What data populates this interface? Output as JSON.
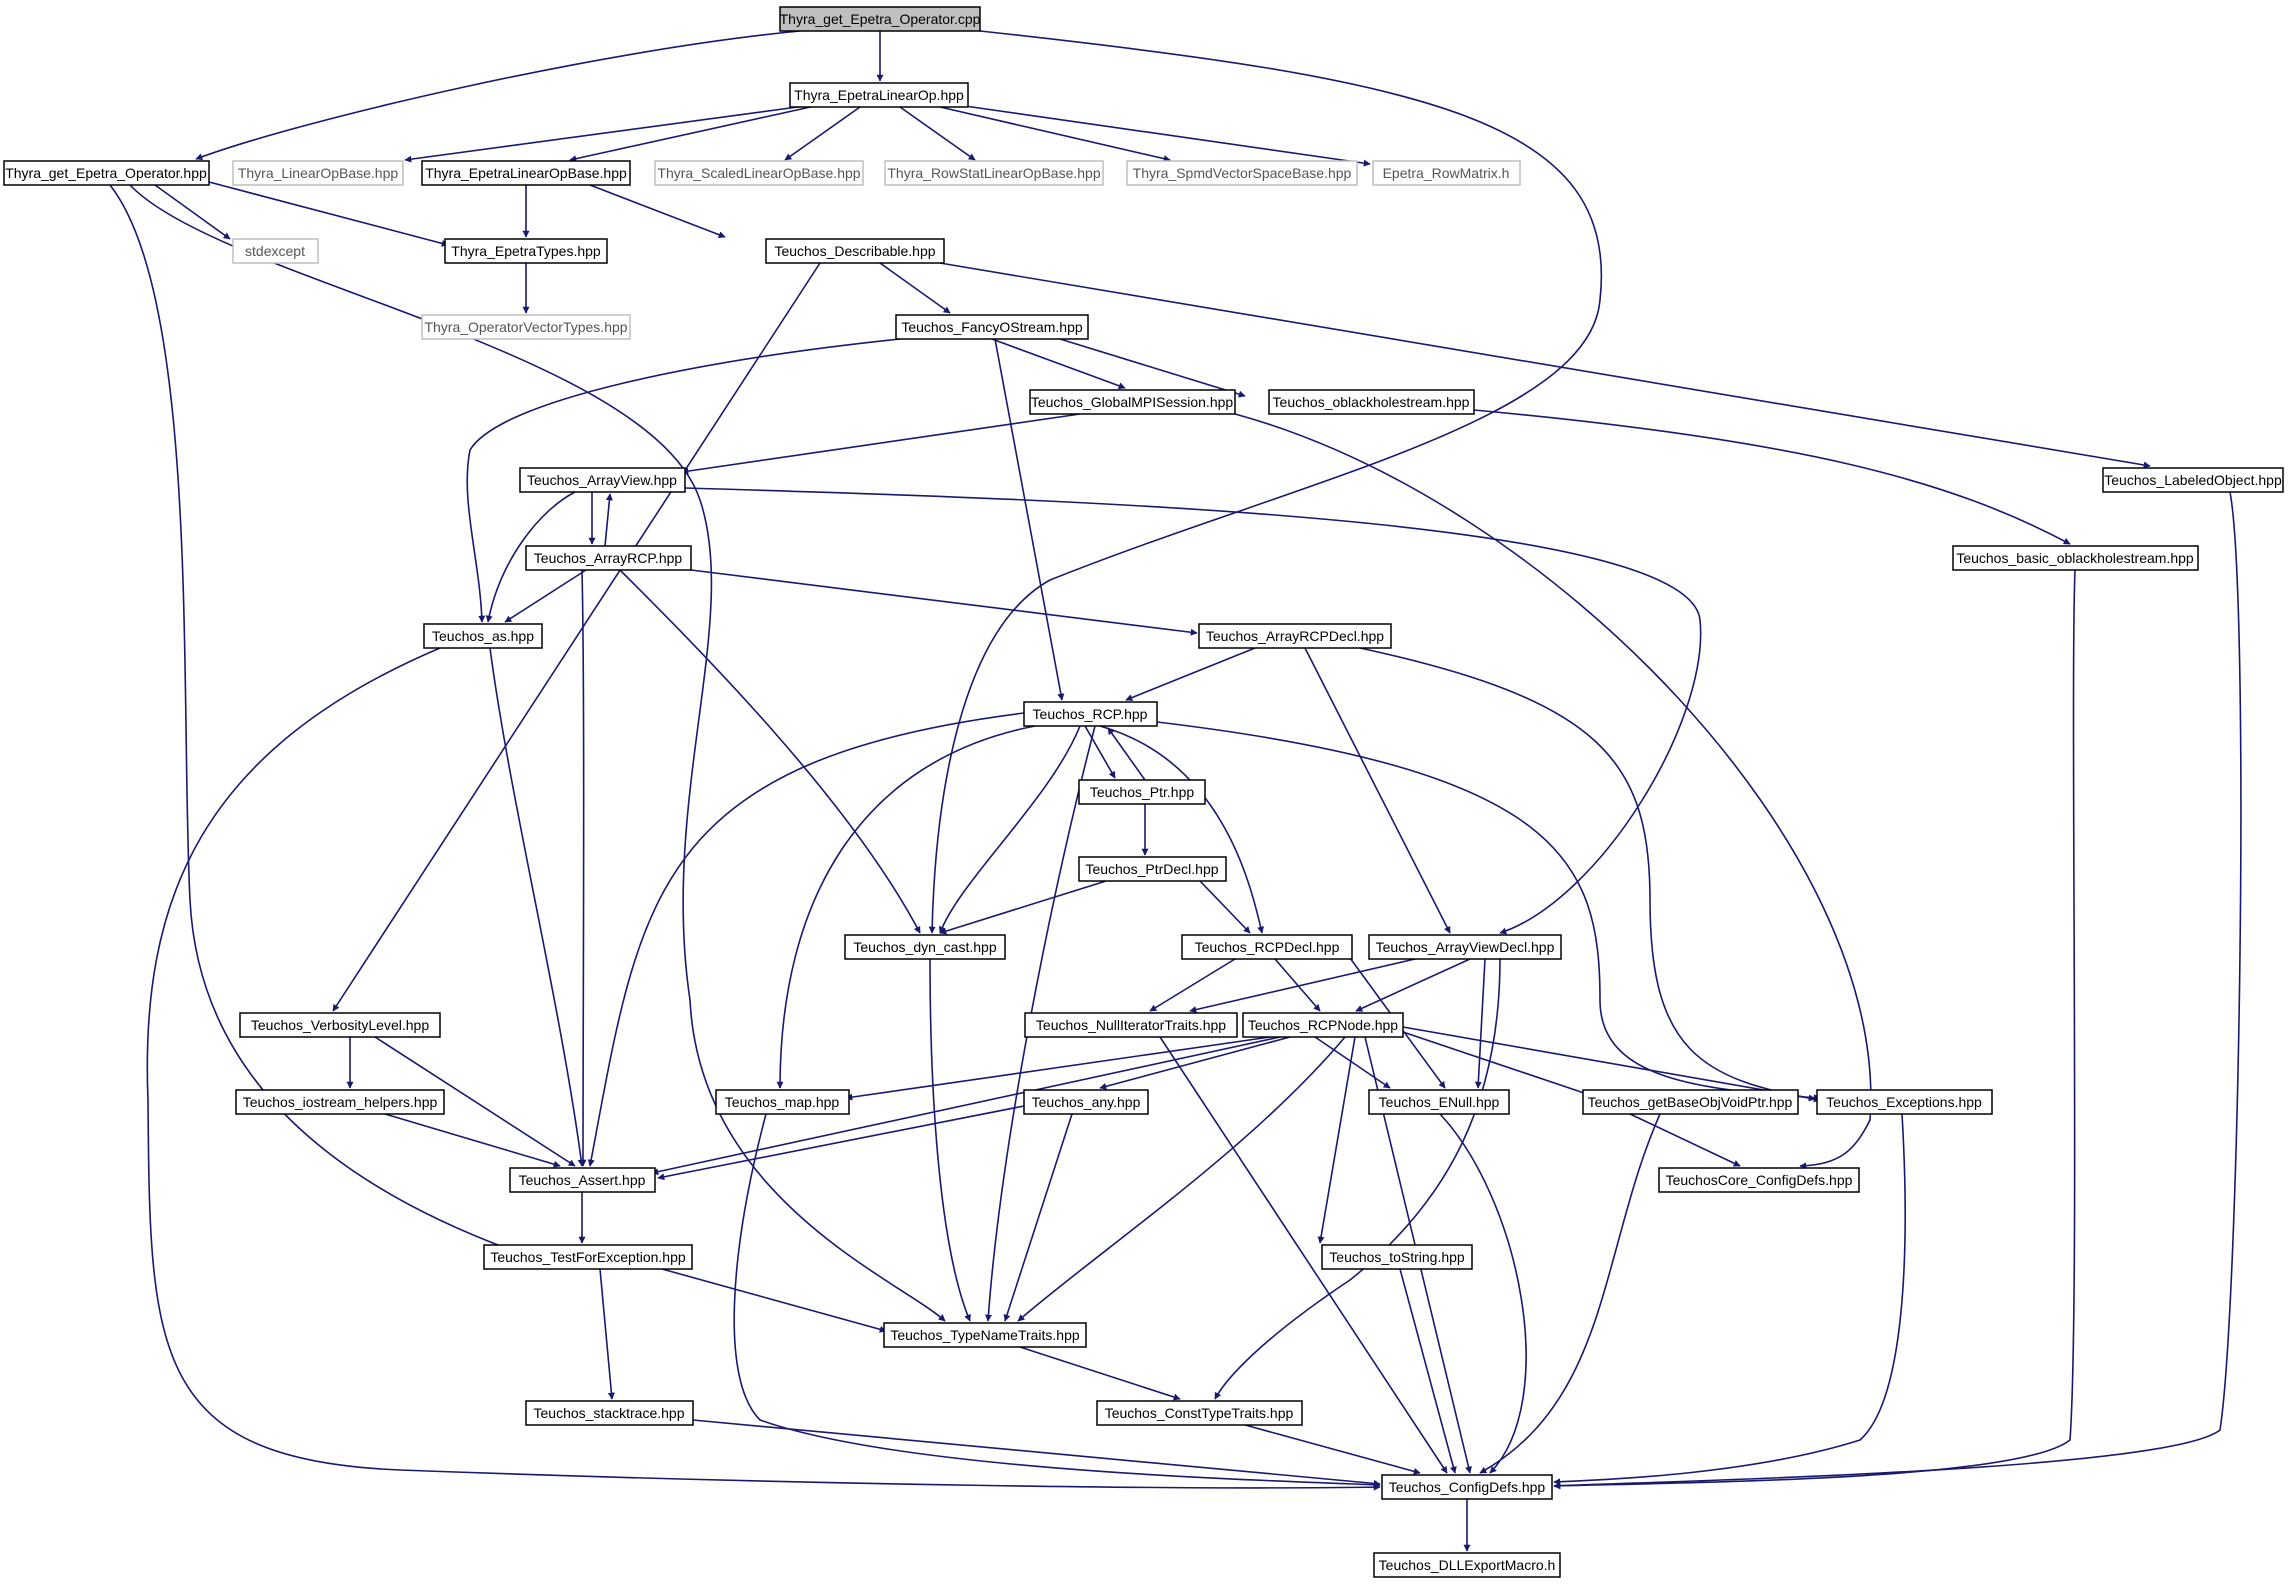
{
  "colors": {
    "edge": "#191970",
    "node_border": "#000000",
    "external_border": "#bfbfbf",
    "root_fill": "#bfbfbf",
    "background": "#ffffff"
  },
  "nodes": {
    "root": "Thyra_get_Epetra_Operator.cpp",
    "epetra_linear_op": "Thyra_EpetraLinearOp.hpp",
    "get_epetra_operator_hpp": "Thyra_get_Epetra_Operator.hpp",
    "linear_op_base": "Thyra_LinearOpBase.hpp",
    "epetra_linear_op_base": "Thyra_EpetraLinearOpBase.hpp",
    "scaled_linear_op_base": "Thyra_ScaledLinearOpBase.hpp",
    "row_stat_linear_op_base": "Thyra_RowStatLinearOpBase.hpp",
    "spmd_vector_space_base": "Thyra_SpmdVectorSpaceBase.hpp",
    "epetra_row_matrix": "Epetra_RowMatrix.h",
    "stdexcept": "stdexcept",
    "epetra_types": "Thyra_EpetraTypes.hpp",
    "describable": "Teuchos_Describable.hpp",
    "operator_vector_types": "Thyra_OperatorVectorTypes.hpp",
    "fancy_ostream": "Teuchos_FancyOStream.hpp",
    "global_mpi_session": "Teuchos_GlobalMPISession.hpp",
    "oblackholestream": "Teuchos_oblackholestream.hpp",
    "labeled_object": "Teuchos_LabeledObject.hpp",
    "array_view": "Teuchos_ArrayView.hpp",
    "basic_oblackholestream": "Teuchos_basic_oblackholestream.hpp",
    "array_rcp": "Teuchos_ArrayRCP.hpp",
    "as": "Teuchos_as.hpp",
    "array_rcp_decl": "Teuchos_ArrayRCPDecl.hpp",
    "rcp": "Teuchos_RCP.hpp",
    "ptr": "Teuchos_Ptr.hpp",
    "ptr_decl": "Teuchos_PtrDecl.hpp",
    "dyn_cast": "Teuchos_dyn_cast.hpp",
    "rcp_decl": "Teuchos_RCPDecl.hpp",
    "array_view_decl": "Teuchos_ArrayViewDecl.hpp",
    "verbosity_level": "Teuchos_VerbosityLevel.hpp",
    "null_iterator_traits": "Teuchos_NullIteratorTraits.hpp",
    "rcp_node": "Teuchos_RCPNode.hpp",
    "iostream_helpers": "Teuchos_iostream_helpers.hpp",
    "map": "Teuchos_map.hpp",
    "any": "Teuchos_any.hpp",
    "enull": "Teuchos_ENull.hpp",
    "get_base_obj_void_ptr": "Teuchos_getBaseObjVoidPtr.hpp",
    "exceptions": "Teuchos_Exceptions.hpp",
    "assert": "Teuchos_Assert.hpp",
    "core_config_defs": "TeuchosCore_ConfigDefs.hpp",
    "test_for_exception": "Teuchos_TestForException.hpp",
    "to_string": "Teuchos_toString.hpp",
    "type_name_traits": "Teuchos_TypeNameTraits.hpp",
    "stacktrace": "Teuchos_stacktrace.hpp",
    "const_type_traits": "Teuchos_ConstTypeTraits.hpp",
    "config_defs": "Teuchos_ConfigDefs.hpp",
    "dll_export_macro": "Teuchos_DLLExportMacro.h"
  }
}
